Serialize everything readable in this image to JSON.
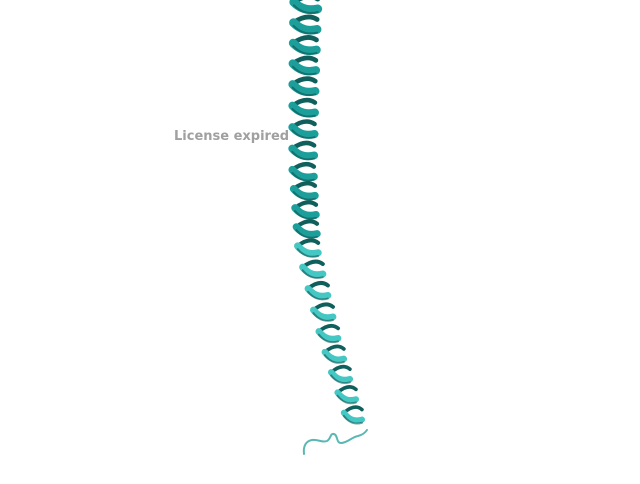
{
  "watermark": {
    "text": "License expired",
    "color": "#a0a0a0"
  },
  "structure": {
    "representation": "cartoon",
    "secondary_structure": [
      "alpha-helix",
      "coil"
    ],
    "colors": {
      "helix_light": "#3ec2be",
      "helix_mid": "#1f9e9a",
      "helix_dark": "#0f5f5d",
      "coil": "#5ab8b4"
    }
  }
}
